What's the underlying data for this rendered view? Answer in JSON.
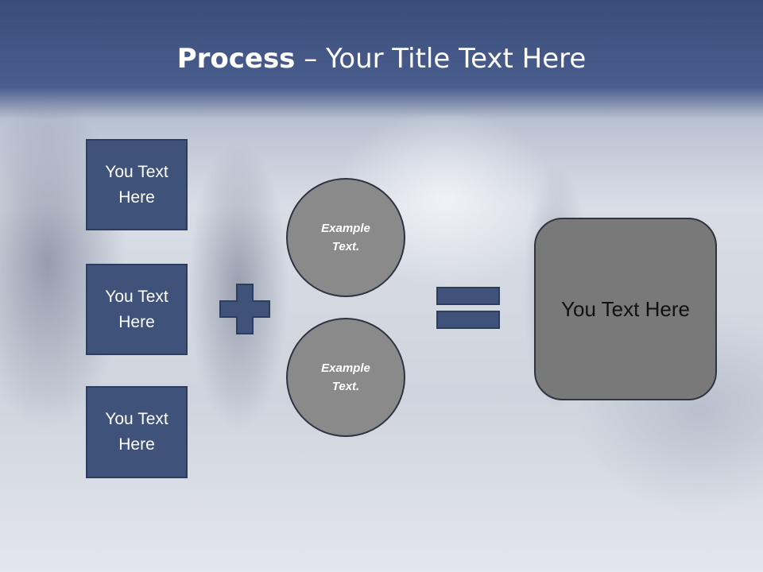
{
  "title": {
    "bold": "Process",
    "rest": " – Your Title Text Here"
  },
  "left_boxes": [
    {
      "label": "You Text Here"
    },
    {
      "label": "You Text Here"
    },
    {
      "label": "You Text Here"
    }
  ],
  "circles": [
    {
      "label": "Example Text."
    },
    {
      "label": "Example Text."
    }
  ],
  "result": {
    "label": "You Text Here"
  },
  "colors": {
    "header": "#3a4d7a",
    "box_fill": "#3f5279",
    "circle_fill": "#8a8a8a",
    "result_fill": "#797979"
  },
  "icons": [
    "plus-icon",
    "equals-icon"
  ]
}
